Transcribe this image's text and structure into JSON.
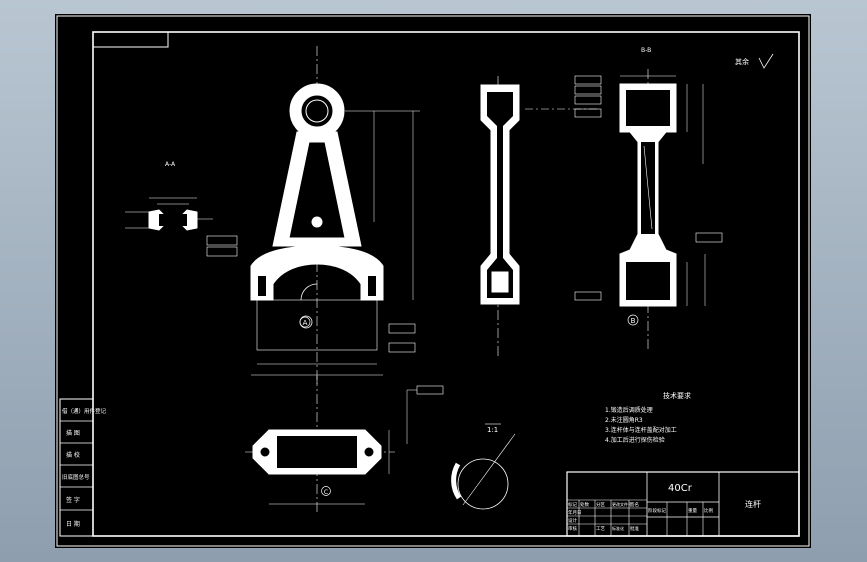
{
  "drawing": {
    "material": "40Cr",
    "part_name": "连杆",
    "scale_ratio": "1:1",
    "roughness_other": "其余",
    "sections": {
      "upper_left": "A-A",
      "upper_right": "B-B"
    },
    "datums": {
      "A": "A",
      "B": "B",
      "C": "C"
    }
  },
  "tech_requirements": {
    "title": "技术要求",
    "lines": [
      "1.锻造后调质处理",
      "2.未注圆角R3",
      "3.连杆体与连杆盖配对加工",
      "4.加工后进行探伤检验"
    ]
  },
  "side_table": {
    "rows": [
      "借（通）用件登记",
      "描 图",
      "描 校",
      "旧底图总号",
      "签 字",
      "日 期"
    ]
  },
  "title_block": {
    "cells": [
      "标记",
      "处数",
      "分区",
      "更改文件号",
      "签名",
      "年月日",
      "设计",
      "审核",
      "工艺",
      "标准化",
      "批准",
      "阶段标记",
      "重量",
      "比例"
    ]
  },
  "colors": {
    "background": "#000000",
    "line": "#ffffff",
    "frame": "#b9c6d2"
  }
}
